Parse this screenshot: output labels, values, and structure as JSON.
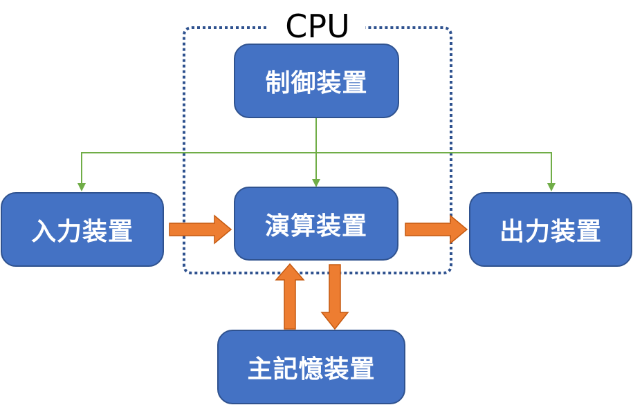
{
  "diagram": {
    "group_label": "CPU",
    "nodes": {
      "control": "制御装置",
      "alu": "演算装置",
      "input": "入力装置",
      "output": "出力装置",
      "memory": "主記憶装置"
    },
    "colors": {
      "box_fill": "#4472C4",
      "box_border": "#2F528F",
      "data_arrow": "#ED7D31",
      "control_line": "#70AD47",
      "cpu_border": "#2F528F"
    },
    "edges": [
      {
        "from": "input",
        "to": "alu",
        "type": "data"
      },
      {
        "from": "alu",
        "to": "output",
        "type": "data"
      },
      {
        "from": "memory",
        "to": "alu",
        "type": "data"
      },
      {
        "from": "alu",
        "to": "memory",
        "type": "data"
      },
      {
        "from": "control",
        "to": "alu",
        "type": "control"
      },
      {
        "from": "control",
        "to": "input",
        "type": "control"
      },
      {
        "from": "control",
        "to": "output",
        "type": "control"
      }
    ]
  }
}
